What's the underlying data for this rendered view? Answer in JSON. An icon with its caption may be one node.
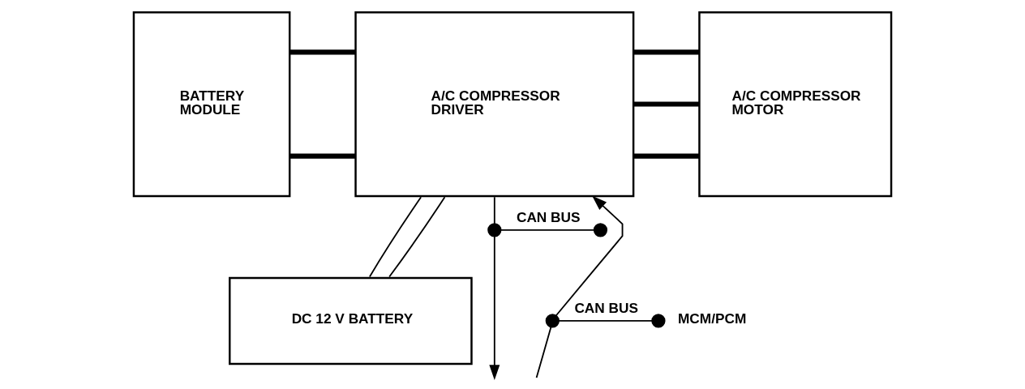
{
  "diagram": {
    "nodes": [
      {
        "text": [
          "BATTERY MODULE"
        ]
      },
      {
        "text": [
          "A/C COMPRESSOR DRIVER"
        ]
      },
      {
        "text": [
          "A/C COMPRESSOR MOTOR"
        ]
      },
      {
        "text": [
          "DC 12 V BATTERY"
        ]
      },
      {
        "text": [],
        "shape": "circle"
      },
      {
        "text": [],
        "shape": "circle"
      },
      {
        "text": [],
        "shape": "circle"
      },
      {
        "text": [],
        "shape": "circle"
      }
    ],
    "edges": [
      {
        "from": 0,
        "to": 1,
        "arrow": "none",
        "style": "thick"
      },
      {
        "from": 0,
        "to": 1,
        "arrow": "none",
        "style": "thick"
      },
      {
        "from": 1,
        "to": 2,
        "arrow": "none",
        "style": "thick"
      },
      {
        "from": 1,
        "to": 2,
        "arrow": "none",
        "style": "thick"
      },
      {
        "from": 1,
        "to": 2,
        "arrow": "none",
        "style": "thick"
      },
      {
        "from": 1,
        "to": 3,
        "arrow": "none"
      },
      {
        "from": 1,
        "to": 3,
        "arrow": "none"
      },
      {
        "from": null,
        "to": 6,
        "arrow": "none"
      },
      {
        "from": 6,
        "to": 1,
        "arrow": "to"
      },
      {
        "from": 1,
        "to": 4,
        "arrow": "none"
      },
      {
        "from": 4,
        "to": null,
        "arrow": "to"
      },
      {
        "from": 4,
        "to": 5,
        "label": "CAN BUS",
        "arrow": "none"
      },
      {
        "from": 6,
        "to": 7,
        "label": "CAN BUS",
        "arrow": "none"
      }
    ],
    "labels": [
      "MCM/PCM"
    ]
  }
}
